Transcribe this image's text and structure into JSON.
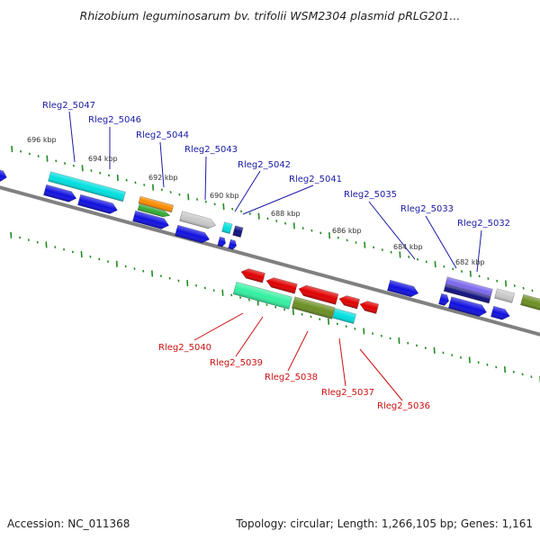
{
  "title": "Rhizobium leguminosarum bv. trifolii WSM2304 plasmid pRLG201...",
  "footer": {
    "accession": "Accession: NC_011368",
    "summary": "Topology: circular; Length: 1,266,105 bp; Genes: 1,161"
  },
  "scale_labels": [
    "696 kbp",
    "694 kbp",
    "692 kbp",
    "690 kbp",
    "688 kbp",
    "686 kbp",
    "684 kbp",
    "682 kbp"
  ],
  "forward_genes": [
    "Rleg2_5047",
    "Rleg2_5046",
    "Rleg2_5044",
    "Rleg2_5043",
    "Rleg2_5042",
    "Rleg2_5041",
    "Rleg2_5035",
    "Rleg2_5033",
    "Rleg2_5032"
  ],
  "reverse_genes": [
    "Rleg2_5040",
    "Rleg2_5039",
    "Rleg2_5038",
    "Rleg2_5037",
    "Rleg2_5036"
  ],
  "colors": {
    "forward_label": "#1a1aa6",
    "reverse_label": "#cc1111",
    "backbone": "#808080",
    "tick": "#228b22",
    "cds_blue": "#1010e0",
    "red": "#e00000",
    "cyan": "#00e0e0",
    "seagreen": "#33f0a0",
    "olive": "#6b8e23",
    "grey": "#c8c8c8",
    "orange": "#ff8c00",
    "green": "#33aa33",
    "navy": "#101080",
    "slate": "#7b68ee"
  }
}
